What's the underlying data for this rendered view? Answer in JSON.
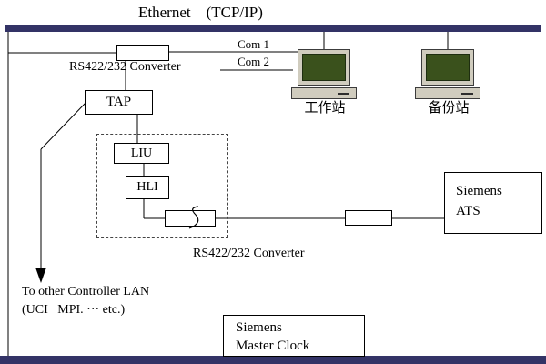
{
  "labels": {
    "ethernet": "Ethernet    (TCP/IP)",
    "com1": "Com 1",
    "com2": "Com 2",
    "converter_top": "RS422/232 Converter",
    "tap": "TAP",
    "liu": "LIU",
    "hli": "HLI",
    "converter_mid": "RS422/232 Converter",
    "workstation": "工作站",
    "backup": "备份站",
    "ats1": "Siemens",
    "ats2": "ATS",
    "other_lan1": "To other Controller LAN",
    "other_lan2": "(UCI   MPI. ··· etc.)",
    "clock1": "Siemens",
    "clock2": "Master Clock"
  },
  "colors": {
    "bus_bar": "#333366",
    "wire": "#000000",
    "screen_green": "#3a511c",
    "computer_beige": "#d0ccbe"
  }
}
